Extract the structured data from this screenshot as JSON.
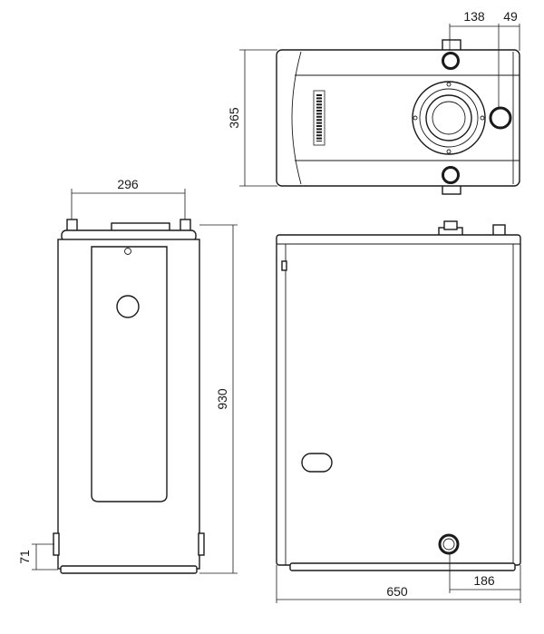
{
  "dimensions": {
    "top_offset": "138",
    "top_right": "49",
    "top_depth": "365",
    "front_width": "296",
    "height": "930",
    "bottom_offset": "71",
    "side_offset": "186",
    "side_width": "650"
  },
  "top_view": {
    "logo_text": "[logo]"
  },
  "colors": {
    "line": "#1a1a1a",
    "fill": "#ffffff",
    "dark": "#3a3a3a"
  }
}
